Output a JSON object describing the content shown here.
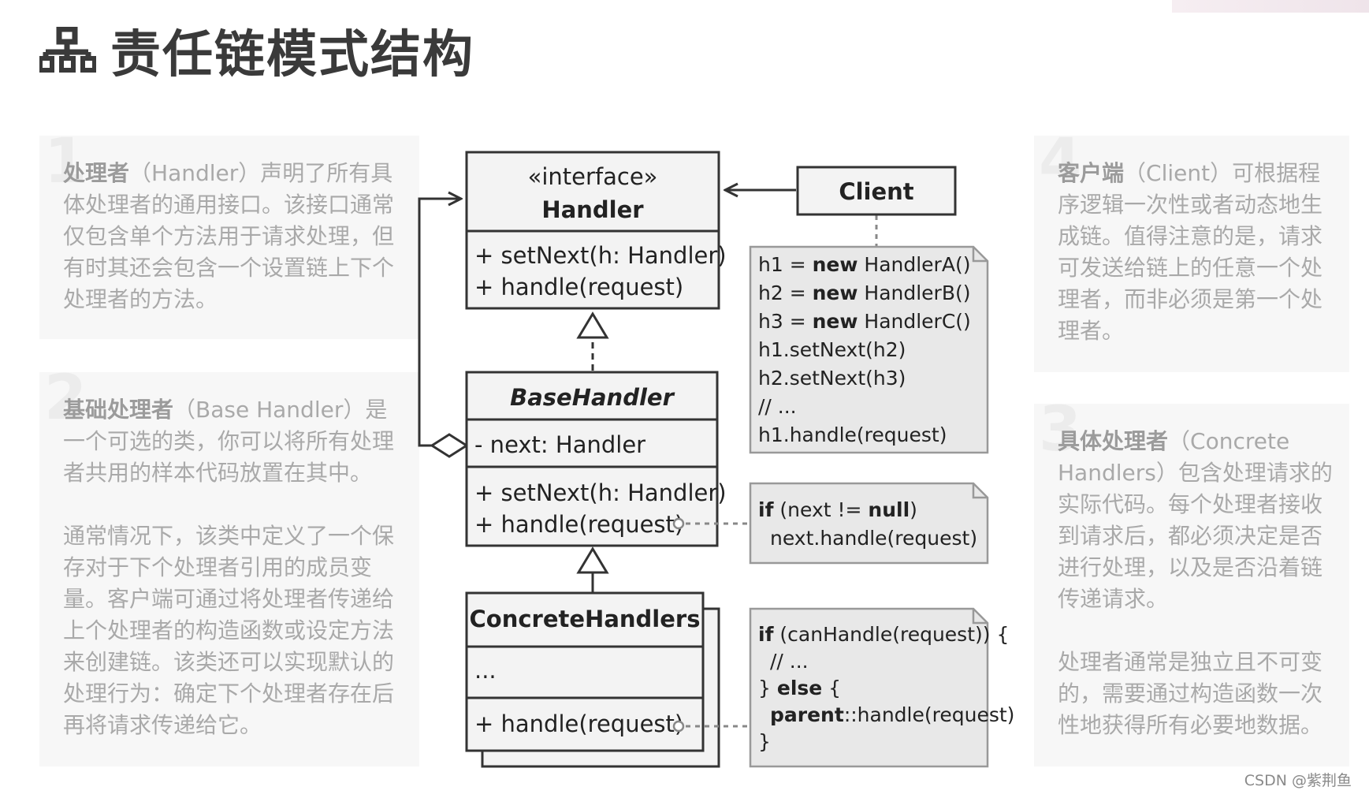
{
  "header": {
    "title": "责任链模式结构",
    "icon": "hierarchy-icon"
  },
  "panels": {
    "p1": {
      "number": "1",
      "term": "处理者",
      "paren": "（Handler）",
      "text": "声明了所有具体处理者的通用接口。该接口通常仅包含单个方法用于请求处理，但有时其还会包含一个设置链上下个处理者的方法。"
    },
    "p2": {
      "number": "2",
      "term": "基础处理者",
      "paren": "（Base Handler）",
      "text": "是一个可选的类，你可以将所有处理者共用的样本代码放置在其中。",
      "text2": "通常情况下，该类中定义了一个保存对于下个处理者引用的成员变量。客户端可通过将处理者传递给上个处理者的构造函数或设定方法来创建链。该类还可以实现默认的处理行为：确定下个处理者存在后再将请求传递给它。"
    },
    "p3": {
      "number": "3",
      "term": "具体处理者",
      "paren": "（Concrete Handlers）",
      "text": "包含处理请求的实际代码。每个处理者接收到请求后，都必须决定是否进行处理，以及是否沿着链传递请求。",
      "text2": "处理者通常是独立且不可变的，需要通过构造函数一次性地获得所有必要地数据。"
    },
    "p4": {
      "number": "4",
      "term": "客户端",
      "paren": "（Client）",
      "text": "可根据程序逻辑一次性或者动态地生成链。值得注意的是，请求可发送给链上的任意一个处理者，而非必须是第一个处理者。"
    }
  },
  "uml": {
    "handler": {
      "stereotype": "«interface»",
      "name": "Handler",
      "methods": [
        "+ setNext(h: Handler)",
        "+ handle(request)"
      ]
    },
    "client": {
      "name": "Client"
    },
    "base_handler": {
      "name": "BaseHandler",
      "fields": [
        "- next: Handler"
      ],
      "methods": [
        "+ setNext(h: Handler)",
        "+ handle(request)"
      ]
    },
    "concrete": {
      "name": "ConcreteHandlers",
      "fields": [
        "..."
      ],
      "methods": [
        "+ handle(request)"
      ]
    }
  },
  "notes": {
    "client_code": {
      "lines": [
        {
          "pre": "h1 = ",
          "kw": "new",
          "post": " HandlerA()"
        },
        {
          "pre": "h2 = ",
          "kw": "new",
          "post": " HandlerB()"
        },
        {
          "pre": "h3 = ",
          "kw": "new",
          "post": " HandlerC()"
        },
        {
          "pre": "h1.setNext(h2)",
          "kw": "",
          "post": ""
        },
        {
          "pre": "h2.setNext(h3)",
          "kw": "",
          "post": ""
        },
        {
          "pre": "// ...",
          "kw": "",
          "post": ""
        },
        {
          "pre": "h1.handle(request)",
          "kw": "",
          "post": ""
        }
      ]
    },
    "base_code": {
      "line1_kw": "if",
      "line1_mid": " (next != ",
      "line1_kw2": "null",
      "line1_end": ")",
      "line2": "next.handle(request)"
    },
    "concrete_code": {
      "line1_kw": "if",
      "line1_rest": " (canHandle(request)) {",
      "line2": "// ...",
      "line3_pre": "} ",
      "line3_kw": "else",
      "line3_post": " {",
      "line4_kw": "parent",
      "line4_rest": "::handle(request)",
      "line5": "}"
    }
  },
  "watermark": "CSDN @紫荆鱼",
  "colors": {
    "box_fill": "#f3f3f3",
    "note_fill": "#e8e8e8",
    "stroke": "#333333",
    "panel_bg": "#f7f7f7"
  }
}
